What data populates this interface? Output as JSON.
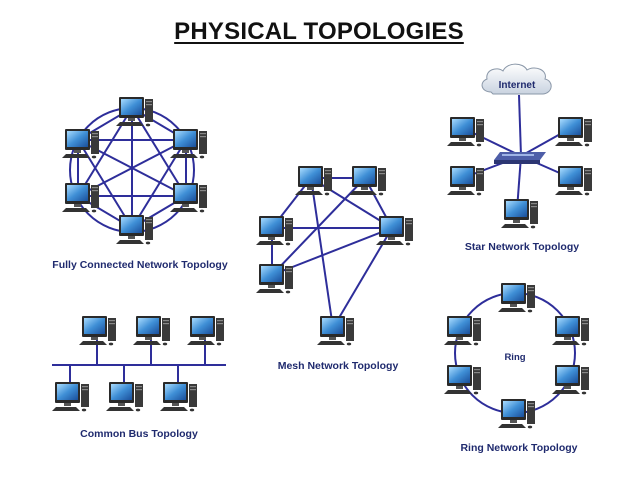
{
  "title": "PHYSICAL TOPOLOGIES",
  "captions": {
    "fully_connected": "Fully Connected Network Topology",
    "mesh": "Mesh Network Topology",
    "star": "Star Network Topology",
    "bus": "Common Bus Topology",
    "ring": "Ring Network Topology"
  },
  "labels": {
    "internet": "Internet",
    "ring": "Ring"
  },
  "icons": {
    "computer": "computer-icon",
    "cloud": "cloud-icon",
    "switch": "switch-icon"
  },
  "colors": {
    "link": "#2e2e9a",
    "caption": "#1f2a6e",
    "screen": "#3f8fd6"
  }
}
